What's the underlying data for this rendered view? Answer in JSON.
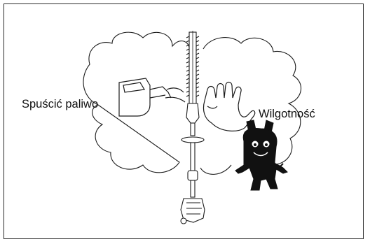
{
  "labels": {
    "drain_fuel": "Spuścić paliwo",
    "moisture": "Wilgotność"
  },
  "icons": {
    "cloud": "cloud-outline",
    "fuel_can": "fuel-canister-icon",
    "stop_hand": "stop-hand-icon",
    "moisture_creature": "moisture-creature-icon",
    "tool": "hedge-trimmer-tool"
  },
  "colors": {
    "line": "#1a1a1a",
    "creature": "#111111",
    "background": "#ffffff"
  }
}
